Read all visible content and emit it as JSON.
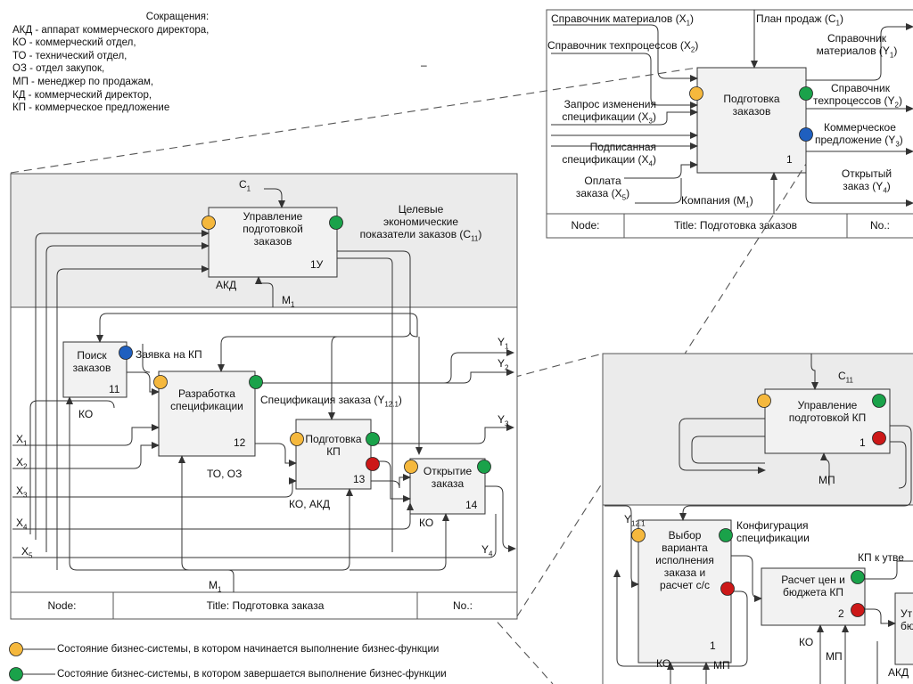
{
  "abbreviations": {
    "title": "Сокращения:",
    "items": [
      "АКД - аппарат коммерческого директора,",
      "КО - коммерческий отдел,",
      "ТО - технический отдел,",
      "ОЗ - отдел закупок,",
      "МП - менеджер по продажам,",
      "КД - коммерческий директор,",
      "КП - коммерческое предложение"
    ]
  },
  "context_diagram": {
    "inputs": {
      "x1": "Справочник материалов (X",
      "x1_sub": "1",
      "x2": "Справочник техпроцессов (X",
      "x2_sub": "2",
      "x3_line1": "Запрос изменения",
      "x3_line2": "спецификации (X",
      "x3_sub": "3",
      "x4_line1": "Подписанная",
      "x4_line2": "спецификации (X",
      "x4_sub": "4",
      "x5_line1": "Оплата",
      "x5_line2": "заказа (X",
      "x5_sub": "5"
    },
    "control": "План продаж (C",
    "control_sub": "1",
    "mechanism": "Компания (M",
    "mechanism_sub": "1",
    "box_title_line1": "Подготовка",
    "box_title_line2": "заказов",
    "box_number": "1",
    "outputs": {
      "y1_line1": "Справочник",
      "y1_line2": "материалов (Y",
      "y1_sub": "1",
      "y2_line1": "Справочник",
      "y2_line2": "техпроцессов (Y",
      "y2_sub": "2",
      "y3_line1": "Коммерческое",
      "y3_line2": "предложение (Y",
      "y3_sub": "3",
      "y4_line1": "Открытый",
      "y4_line2": "заказ (Y",
      "y4_sub": "4"
    },
    "footer": {
      "node": "Node:",
      "title": "Title: Подготовка заказов",
      "no": "No.:"
    }
  },
  "main_diagram": {
    "control_c1": "C",
    "control_c1_sub": "1",
    "target_line1": "Целевые",
    "target_line2": "экономические",
    "target_line3": "показатели заказов (C",
    "target_sub": "11",
    "mgmt_box": {
      "line1": "Управление",
      "line2": "подготовкой",
      "line3": "заказов",
      "number": "1У",
      "mechanism": "АКД"
    },
    "m1_top": "M",
    "m1_top_sub": "1",
    "search_box": {
      "line1": "Поиск",
      "line2": "заказов",
      "number": "11",
      "mechanism": "КО"
    },
    "kp_request": "Заявка на КП",
    "spec_box": {
      "line1": "Разработка",
      "line2": "спецификации",
      "number": "12",
      "mechanism": "ТО, ОЗ"
    },
    "spec_output": "Спецификация заказа (Y",
    "spec_output_sub": "12.1",
    "kp_box": {
      "line1": "Подготовка",
      "line2": "КП",
      "number": "13",
      "mechanism": "КО, АКД"
    },
    "open_box": {
      "line1": "Открытие",
      "line2": "заказа",
      "number": "14",
      "mechanism": "КО"
    },
    "inputs": [
      {
        "label": "X",
        "sub": "1"
      },
      {
        "label": "X",
        "sub": "2"
      },
      {
        "label": "X",
        "sub": "3"
      },
      {
        "label": "X",
        "sub": "4"
      },
      {
        "label": "X",
        "sub": "5"
      }
    ],
    "outputs": [
      {
        "label": "Y",
        "sub": "1"
      },
      {
        "label": "Y",
        "sub": "2"
      },
      {
        "label": "Y",
        "sub": "3"
      },
      {
        "label": "Y",
        "sub": "4"
      }
    ],
    "m1_bottom": "M",
    "m1_bottom_sub": "1",
    "footer": {
      "node": "Node:",
      "title": "Title: Подготовка заказа",
      "no": "No.:"
    }
  },
  "detail_diagram": {
    "control_c11": "C",
    "control_c11_sub": "11",
    "mgmt_box": {
      "line1": "Управление",
      "line2": "подготовкой КП",
      "number": "1"
    },
    "mp_top": "МП",
    "input_y121": "Y",
    "input_y121_sub": "12.1",
    "choice_box": {
      "line1": "Выбор",
      "line2": "варианта",
      "line3": "исполнения",
      "line4": "заказа и",
      "line5": "расчет с/с",
      "number": "1",
      "mech1": "КО",
      "mech2": "МП"
    },
    "config_line1": "Конфигурация",
    "config_line2": "спецификации",
    "price_box": {
      "line1": "Расчет цен и",
      "line2": "бюджета КП",
      "number": "2",
      "mech1": "КО",
      "mech2": "МП"
    },
    "kp_approve": "КП к утве",
    "partial_box": {
      "line1": "Ут",
      "line2": "бю",
      "mech": "АКД"
    }
  },
  "legend": [
    {
      "color": "#f5b83d",
      "text": "Состояние бизнес-системы, в котором начинается выполнение бизнес-функции"
    },
    {
      "color": "#1aa24a",
      "text": "Состояние бизнес-системы, в котором завершается выполнение бизнес-функции"
    }
  ],
  "colors": {
    "start": "#f5b83d",
    "end": "#1aa24a",
    "event": "#1f5fbf",
    "error": "#cc1818",
    "box_fill": "#f2f2f2",
    "frame_fill": "#ebebeb"
  },
  "separator_mark": "–"
}
